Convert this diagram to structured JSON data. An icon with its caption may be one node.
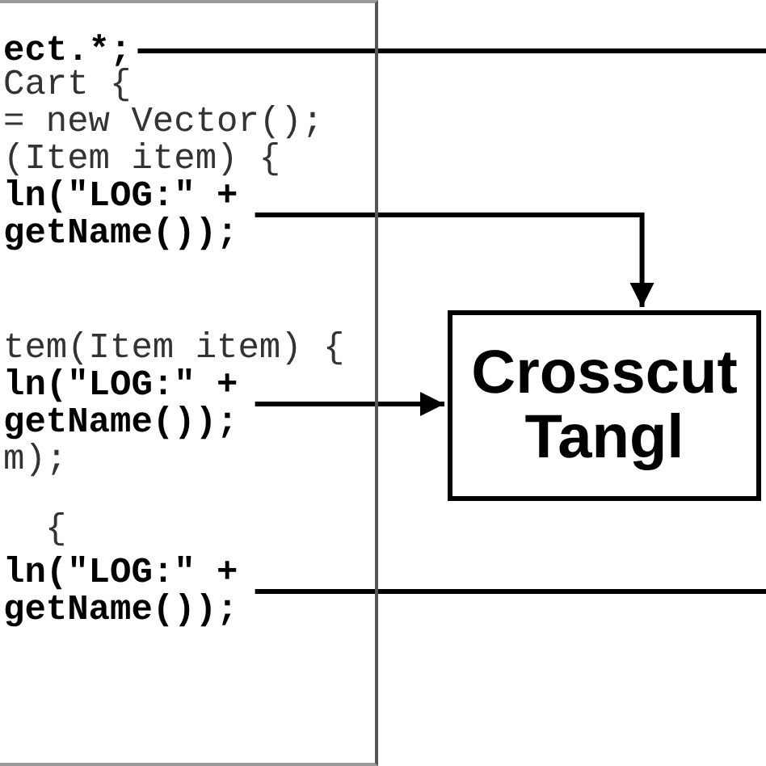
{
  "diagram": {
    "nodes": [
      {
        "text": [],
        "shape": "box"
      },
      {
        "text": [
          "ect.*;"
        ],
        "in": 0
      },
      {
        "text": [
          "ln(\"LOG:\" + getName());"
        ],
        "in": 0
      },
      {
        "text": [
          "ln(\"LOG:\" + getName());"
        ],
        "in": 0
      },
      {
        "text": [
          "ln(\"LOG:\" + getName());"
        ],
        "in": 0
      },
      {
        "text": [
          "Crosscut Tangl"
        ]
      }
    ],
    "edges": [
      {
        "from": 1,
        "to": null,
        "arrow": "none"
      },
      {
        "from": 2,
        "to": 5,
        "arrow": "to"
      },
      {
        "from": 3,
        "to": 5,
        "arrow": "to"
      },
      {
        "from": 4,
        "to": null,
        "arrow": "none"
      }
    ],
    "labels": [
      "Cart {",
      "= new Vector();",
      "(Item item) {",
      "tem(Item item) {",
      "m);",
      "{"
    ]
  }
}
